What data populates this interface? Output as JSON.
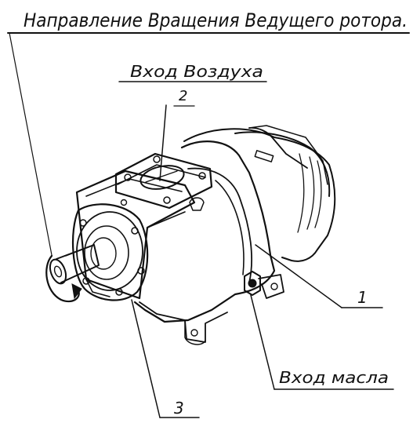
{
  "title": "Направление Вращения Ведущего ротора.",
  "labels": {
    "air_inlet": "Вход Воздуха",
    "oil_inlet": "Вход масла",
    "callout_1": "1",
    "callout_2": "2",
    "callout_3": "3"
  },
  "colors": {
    "ink": "#111111",
    "paper": "#ffffff"
  }
}
